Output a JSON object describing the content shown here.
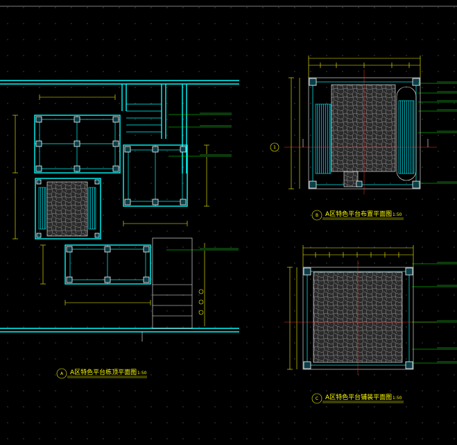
{
  "drawing": {
    "colors": {
      "background": "#000000",
      "structure": "#00ffff",
      "dimension": "#ffff00",
      "annotation": "#00ff00",
      "axis": "#ff3030",
      "grid_dots": "#4a4a4a"
    },
    "titles": {
      "left_plan": "A区特色平台栋顶平面图",
      "top_right_plan": "A区特色平台布置平面图",
      "bottom_right_plan": "A区特色平台铺装平面图",
      "scale": "1:50"
    },
    "tags": {
      "left_plan": "A",
      "top_right_plan": "B",
      "bottom_right_plan": "C",
      "section_marker": "1"
    }
  }
}
